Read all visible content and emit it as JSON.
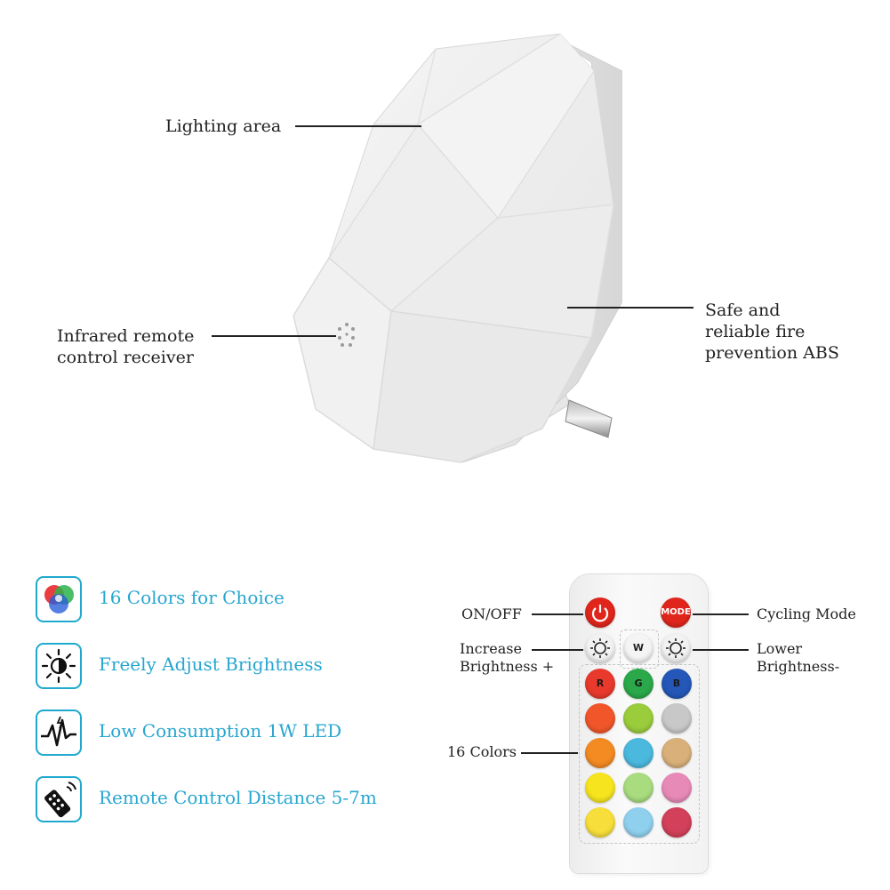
{
  "product_callouts": {
    "lighting_area": "Lighting area",
    "ir_receiver_line1": "Infrared remote",
    "ir_receiver_line2": "control receiver",
    "abs_line1": "Safe and",
    "abs_line2": "reliable fire",
    "abs_line3": "prevention ABS"
  },
  "features": [
    {
      "label": "16 Colors for Choice",
      "icon": "rgb-circles-icon"
    },
    {
      "label": "Freely Adjust Brightness",
      "icon": "brightness-icon"
    },
    {
      "label": "Low Consumption 1W LED",
      "icon": "power-pulse-icon"
    },
    {
      "label": "Remote Control Distance 5-7m",
      "icon": "remote-control-icon"
    }
  ],
  "remote_callouts": {
    "on_off": "ON/OFF",
    "cycling_mode": "Cycling Mode",
    "increase_line1": "Increase",
    "increase_line2": "Brightness +",
    "lower_line1": "Lower",
    "lower_line2": "Brightness-",
    "colors": "16 Colors"
  },
  "remote": {
    "mode_label": "MODE",
    "w_label": "W",
    "r_label": "R",
    "g_label": "G",
    "b_label": "B",
    "color_rows": [
      [
        "#e8392c",
        "#2aa84a",
        "#2457b8"
      ],
      [
        "#f0562a",
        "#9acc3c",
        "#c8c8c8"
      ],
      [
        "#f38a22",
        "#4bb8de",
        "#d9b07a"
      ],
      [
        "#f6e41e",
        "#a8dc7e",
        "#e88ab8"
      ],
      [
        "#f8de3a",
        "#8fd0ee",
        "#d2405a"
      ]
    ],
    "power_color": "#e0261c",
    "mode_color": "#e0261c"
  },
  "colors": {
    "accent": "#27a6d0",
    "text": "#222222"
  }
}
